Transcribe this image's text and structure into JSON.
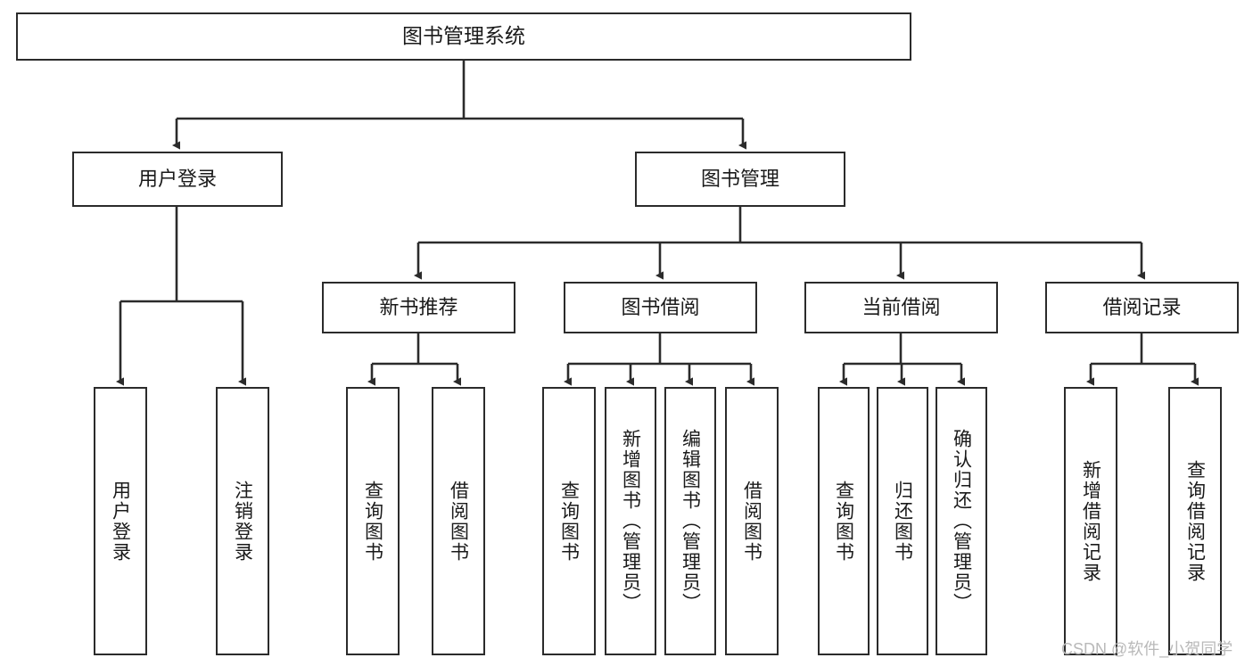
{
  "diagram": {
    "title": "图书管理系统",
    "watermark": "CSDN @软件_小贺同学",
    "colors": {
      "background": "#ffffff",
      "stroke": "#2b2b2b",
      "text": "#1a1a1a",
      "watermark": "#b9b9b9"
    },
    "nodes": {
      "root": {
        "label": "图书管理系统"
      },
      "level1": [
        {
          "label": "用户登录"
        },
        {
          "label": "图书管理"
        }
      ],
      "level2": [
        {
          "label": "新书推荐"
        },
        {
          "label": "图书借阅"
        },
        {
          "label": "当前借阅"
        },
        {
          "label": "借阅记录"
        }
      ],
      "leaves": {
        "user_login": [
          {
            "label": "用户登录"
          },
          {
            "label": "注销登录"
          }
        ],
        "new_book": [
          {
            "label": "查询图书"
          },
          {
            "label": "借阅图书"
          }
        ],
        "borrow": [
          {
            "label": "查询图书"
          },
          {
            "label": "新增图书（管理员）"
          },
          {
            "label": "编辑图书（管理员）"
          },
          {
            "label": "借阅图书"
          }
        ],
        "current": [
          {
            "label": "查询图书"
          },
          {
            "label": "归还图书"
          },
          {
            "label": "确认归还（管理员）"
          }
        ],
        "records": [
          {
            "label": "新增借阅记录"
          },
          {
            "label": "查询借阅记录"
          }
        ]
      }
    }
  }
}
